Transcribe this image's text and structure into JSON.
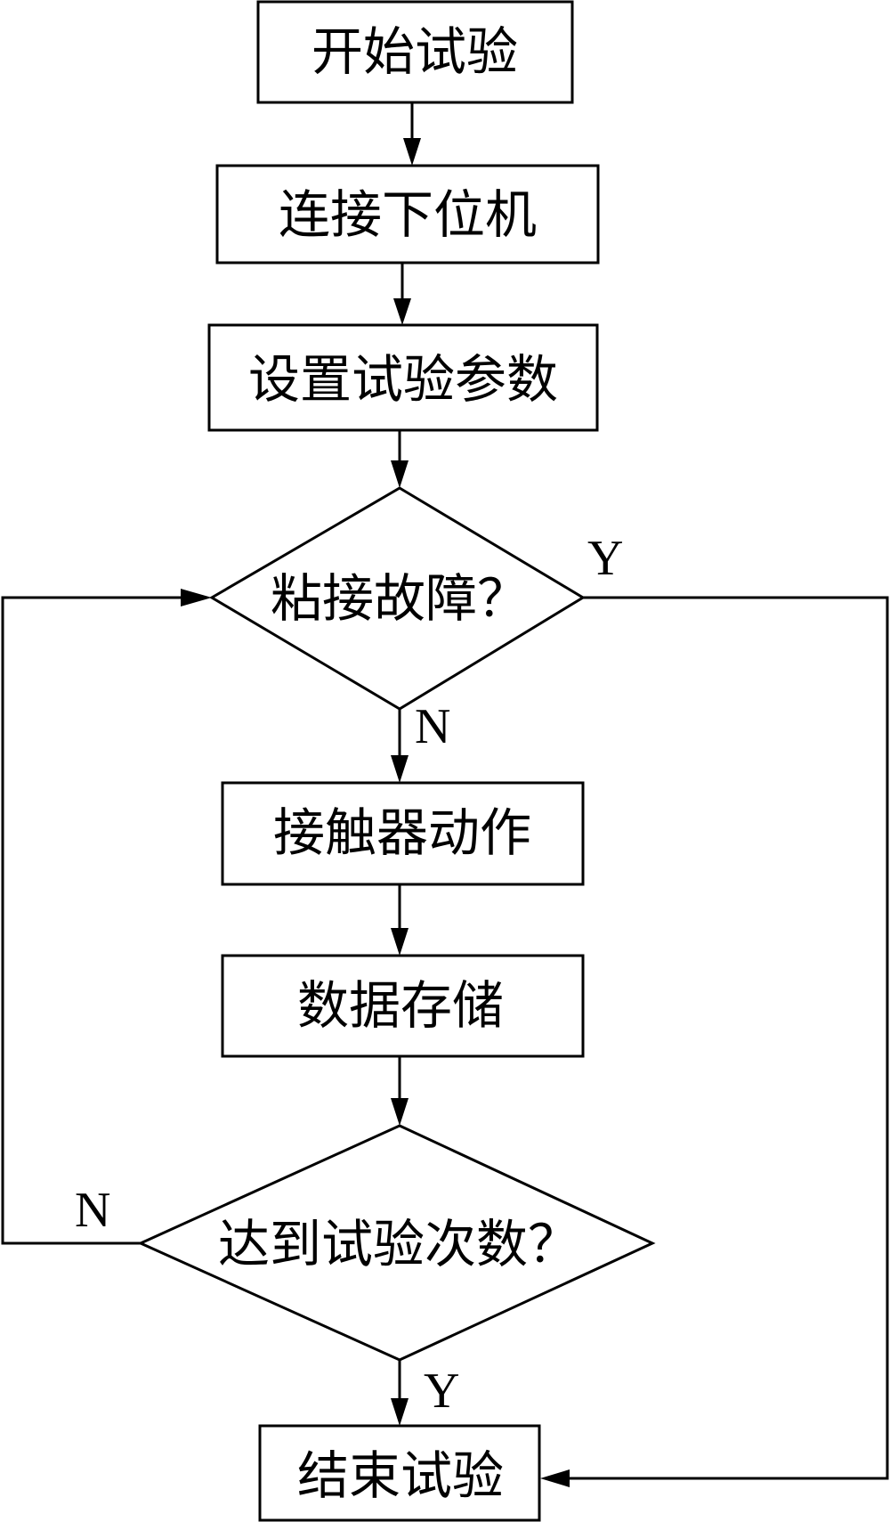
{
  "diagram": {
    "type": "flowchart",
    "nodes": [
      {
        "id": "start",
        "kind": "process",
        "label": "开始试验"
      },
      {
        "id": "connect",
        "kind": "process",
        "label": "连接下位机"
      },
      {
        "id": "params",
        "kind": "process",
        "label": "设置试验参数"
      },
      {
        "id": "fault",
        "kind": "decision",
        "label": "粘接故障？"
      },
      {
        "id": "action",
        "kind": "process",
        "label": "接触器动作"
      },
      {
        "id": "store",
        "kind": "process",
        "label": "数据存储"
      },
      {
        "id": "count",
        "kind": "decision",
        "label": "达到试验次数？"
      },
      {
        "id": "end",
        "kind": "process",
        "label": "结束试验"
      }
    ],
    "edges": [
      {
        "from": "start",
        "to": "connect",
        "label": ""
      },
      {
        "from": "connect",
        "to": "params",
        "label": ""
      },
      {
        "from": "params",
        "to": "fault",
        "label": ""
      },
      {
        "from": "fault",
        "to": "action",
        "label": "N"
      },
      {
        "from": "fault",
        "to": "end",
        "label": "Y"
      },
      {
        "from": "action",
        "to": "store",
        "label": ""
      },
      {
        "from": "store",
        "to": "count",
        "label": ""
      },
      {
        "from": "count",
        "to": "fault",
        "label": "N"
      },
      {
        "from": "count",
        "to": "end",
        "label": "Y"
      }
    ]
  }
}
